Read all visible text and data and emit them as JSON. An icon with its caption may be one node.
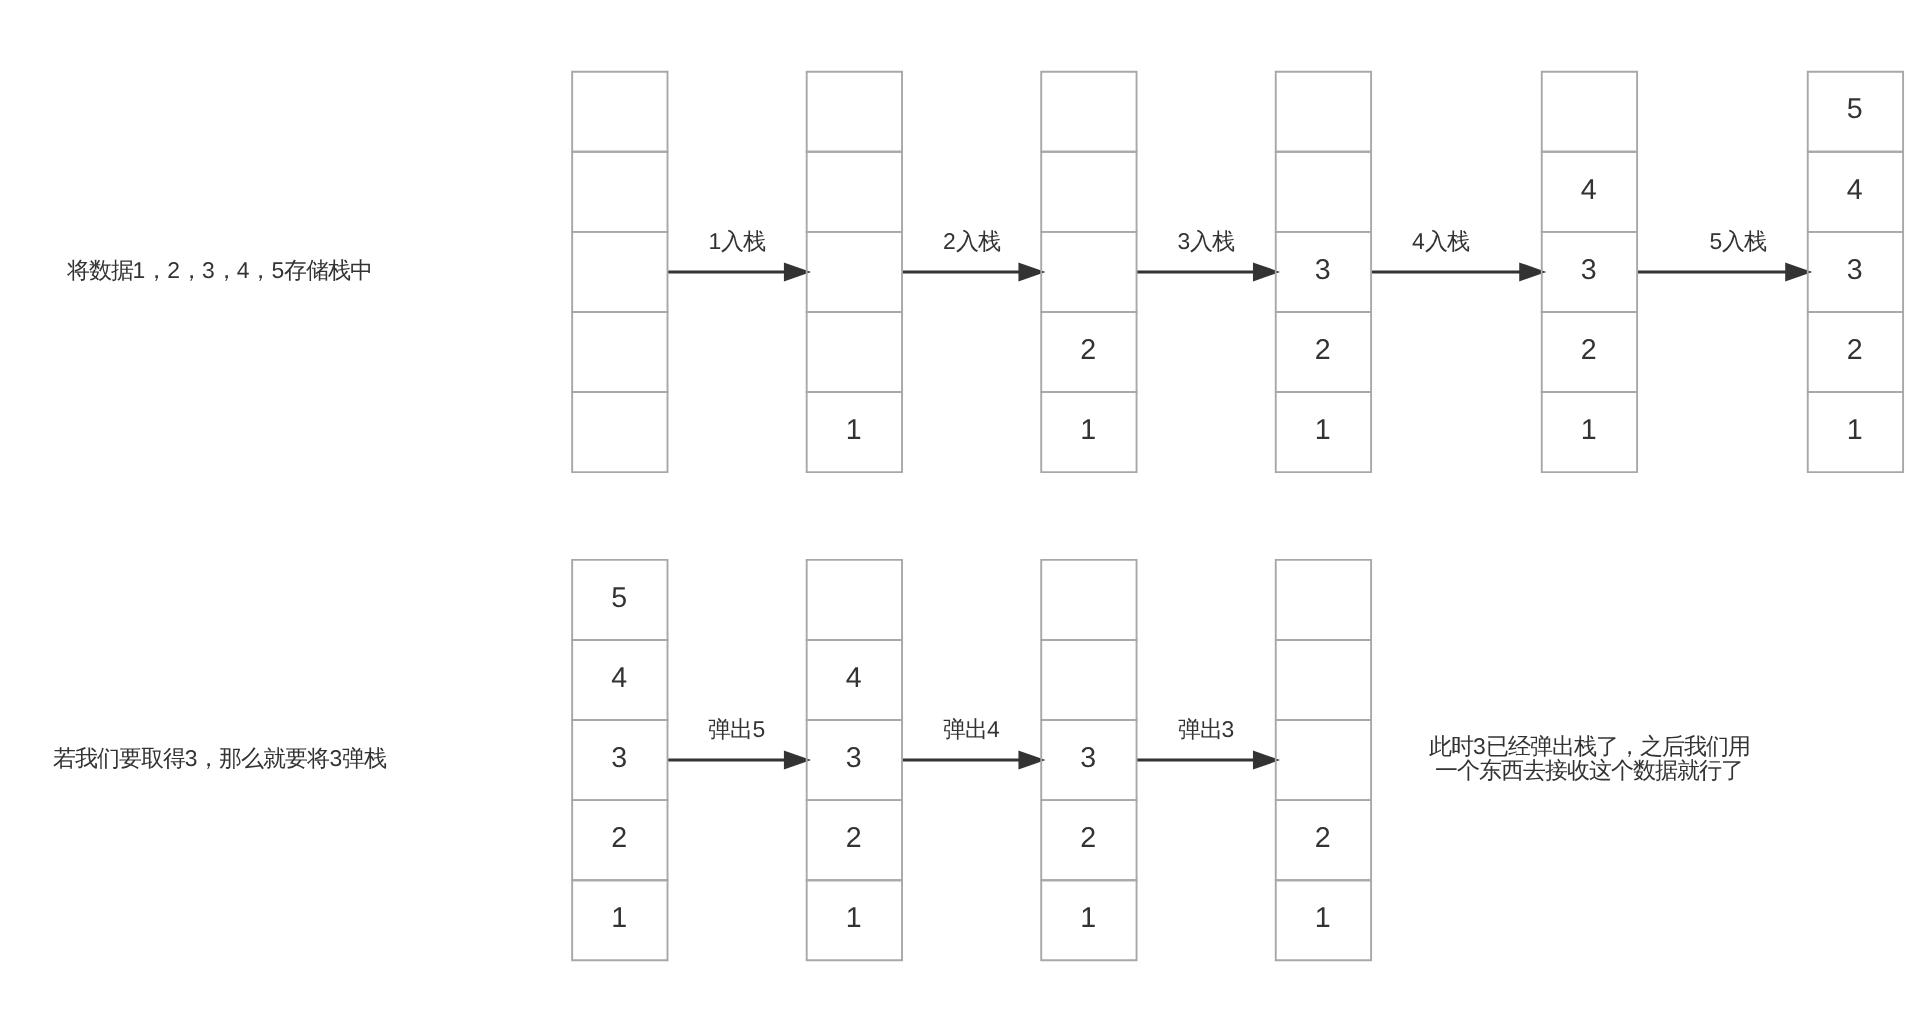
{
  "diagram": {
    "nodes": [
      {
        "text": [],
        "shape": "box"
      },
      {
        "text": [],
        "shape": "box"
      },
      {
        "text": [],
        "shape": "box"
      },
      {
        "text": [],
        "shape": "box"
      },
      {
        "text": [],
        "shape": "box"
      },
      {
        "text": [],
        "shape": "box"
      },
      {
        "text": [],
        "shape": "box"
      },
      {
        "text": [],
        "shape": "box"
      },
      {
        "text": [],
        "shape": "box"
      },
      {
        "text": [
          "1"
        ]
      },
      {
        "text": [],
        "shape": "box"
      },
      {
        "text": [],
        "shape": "box"
      },
      {
        "text": [],
        "shape": "box"
      },
      {
        "text": [
          "2"
        ]
      },
      {
        "text": [
          "1"
        ]
      },
      {
        "text": [],
        "shape": "box"
      },
      {
        "text": [],
        "shape": "box"
      },
      {
        "text": [
          "3"
        ]
      },
      {
        "text": [
          "2"
        ]
      },
      {
        "text": [
          "1"
        ]
      },
      {
        "text": [],
        "shape": "box"
      },
      {
        "text": [
          "4"
        ]
      },
      {
        "text": [
          "3"
        ]
      },
      {
        "text": [
          "2"
        ]
      },
      {
        "text": [
          "1"
        ]
      },
      {
        "text": [
          "5"
        ]
      },
      {
        "text": [
          "4"
        ]
      },
      {
        "text": [
          "3"
        ]
      },
      {
        "text": [
          "2"
        ]
      },
      {
        "text": [
          "1"
        ]
      },
      {
        "text": [
          "5"
        ]
      },
      {
        "text": [
          "4"
        ]
      },
      {
        "text": [
          "3"
        ]
      },
      {
        "text": [
          "2"
        ]
      },
      {
        "text": [
          "1"
        ]
      },
      {
        "text": [],
        "shape": "box"
      },
      {
        "text": [
          "4"
        ]
      },
      {
        "text": [
          "3"
        ]
      },
      {
        "text": [
          "2"
        ]
      },
      {
        "text": [
          "1"
        ]
      },
      {
        "text": [],
        "shape": "box"
      },
      {
        "text": [],
        "shape": "box"
      },
      {
        "text": [
          "3"
        ]
      },
      {
        "text": [
          "2"
        ]
      },
      {
        "text": [
          "1"
        ]
      },
      {
        "text": [],
        "shape": "box"
      },
      {
        "text": [],
        "shape": "box"
      },
      {
        "text": [],
        "shape": "box"
      },
      {
        "text": [
          "2"
        ]
      },
      {
        "text": [
          "1"
        ]
      }
    ],
    "edges": [
      {
        "from": 2,
        "to": 7,
        "arrow": "to",
        "label": "1入栈"
      },
      {
        "from": 7,
        "to": 12,
        "arrow": "to",
        "label": "2入栈"
      },
      {
        "from": 12,
        "to": 17,
        "arrow": "to",
        "label": "3入栈"
      },
      {
        "from": 17,
        "to": 22,
        "arrow": "to",
        "label": "4入栈"
      },
      {
        "from": 22,
        "to": 27,
        "arrow": "to",
        "label": "5入栈"
      },
      {
        "from": 32,
        "to": 37,
        "arrow": "to",
        "label": "弹出5"
      },
      {
        "from": 37,
        "to": 42,
        "arrow": "to",
        "label": "弹出4"
      },
      {
        "from": 42,
        "to": 47,
        "arrow": "to",
        "label": "弹出3"
      }
    ],
    "labels": [
      "将数据1，2，3，4，5存储栈中",
      "若我们要取得3，那么就要将3弹栈",
      "此时3已经弹出栈了，之后我们用一个东西去接收这个数据就行了"
    ]
  }
}
